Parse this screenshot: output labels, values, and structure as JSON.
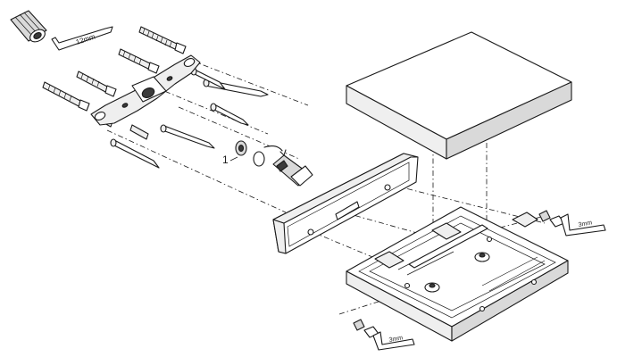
{
  "callouts": {
    "part_number": "1"
  },
  "tools": {
    "hex_key_large": "12mm",
    "hex_key_right": "3mm",
    "hex_key_bottom": "3mm"
  }
}
